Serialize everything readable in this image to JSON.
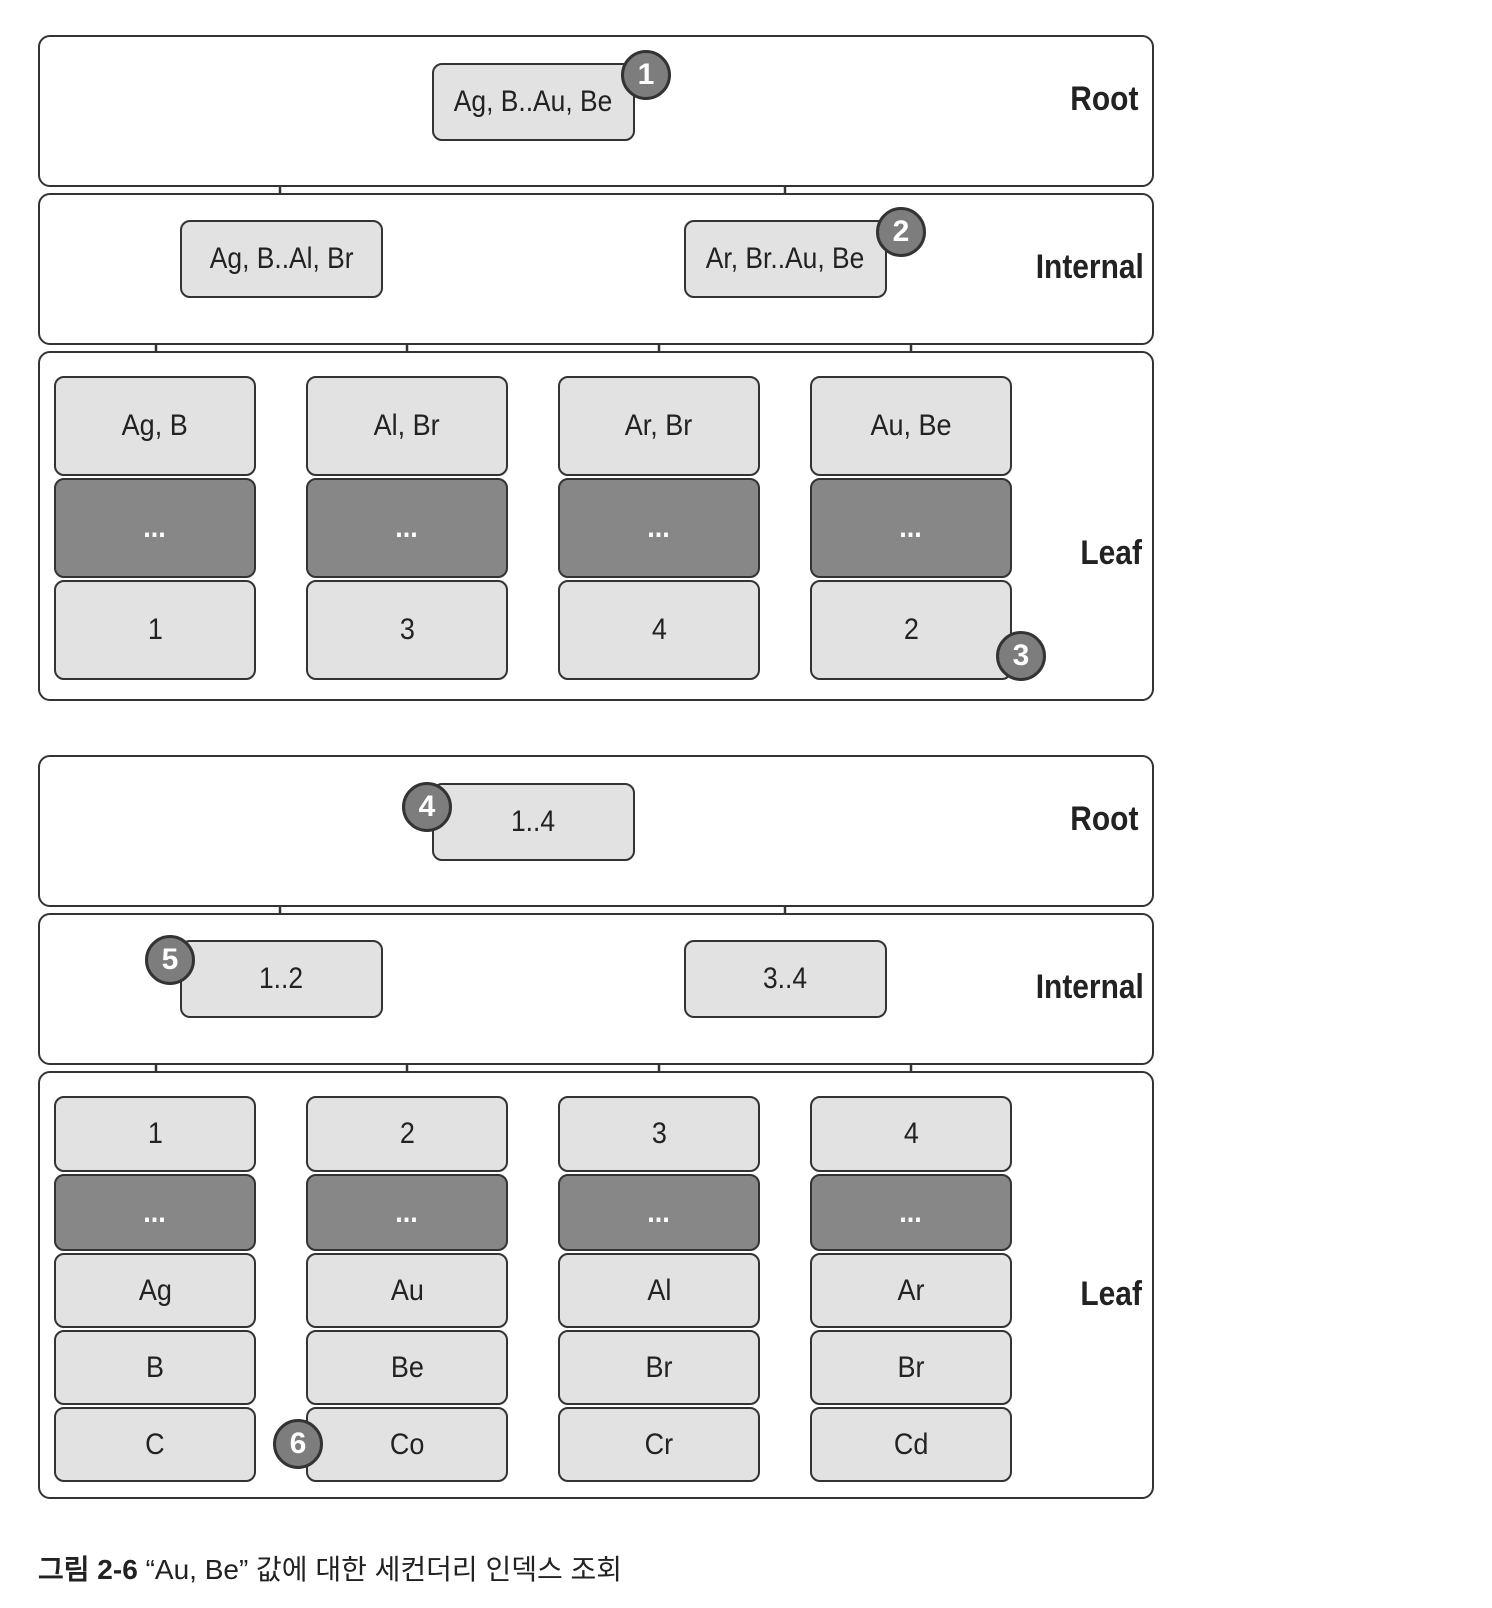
{
  "top": {
    "level_labels": {
      "root": "Root",
      "internal": "Internal",
      "leaf": "Leaf"
    },
    "root_node": "Ag, B..Au, Be",
    "internal_nodes": [
      "Ag, B..Al, Br",
      "Ar, Br..Au, Be"
    ],
    "leaves": [
      {
        "key": "Ag, B",
        "dots": "...",
        "value": "1"
      },
      {
        "key": "Al, Br",
        "dots": "...",
        "value": "3"
      },
      {
        "key": "Ar, Br",
        "dots": "...",
        "value": "4"
      },
      {
        "key": "Au, Be",
        "dots": "...",
        "value": "2"
      }
    ],
    "badges": [
      "1",
      "2",
      "3"
    ]
  },
  "bottom": {
    "level_labels": {
      "root": "Root",
      "internal": "Internal",
      "leaf": "Leaf"
    },
    "root_node": "1..4",
    "internal_nodes": [
      "1..2",
      "3..4"
    ],
    "leaves": [
      {
        "key": "1",
        "dots": "...",
        "values": [
          "Ag",
          "B",
          "C"
        ]
      },
      {
        "key": "2",
        "dots": "...",
        "values": [
          "Au",
          "Be",
          "Co"
        ]
      },
      {
        "key": "3",
        "dots": "...",
        "values": [
          "Al",
          "Br",
          "Cr"
        ]
      },
      {
        "key": "4",
        "dots": "...",
        "values": [
          "Ar",
          "Br",
          "Cd"
        ]
      }
    ],
    "badges": [
      "4",
      "5",
      "6"
    ]
  },
  "caption": {
    "figure_no": "그림 2-6",
    "text": "“Au, Be” 값에 대한 세컨더리 인덱스 조회"
  }
}
